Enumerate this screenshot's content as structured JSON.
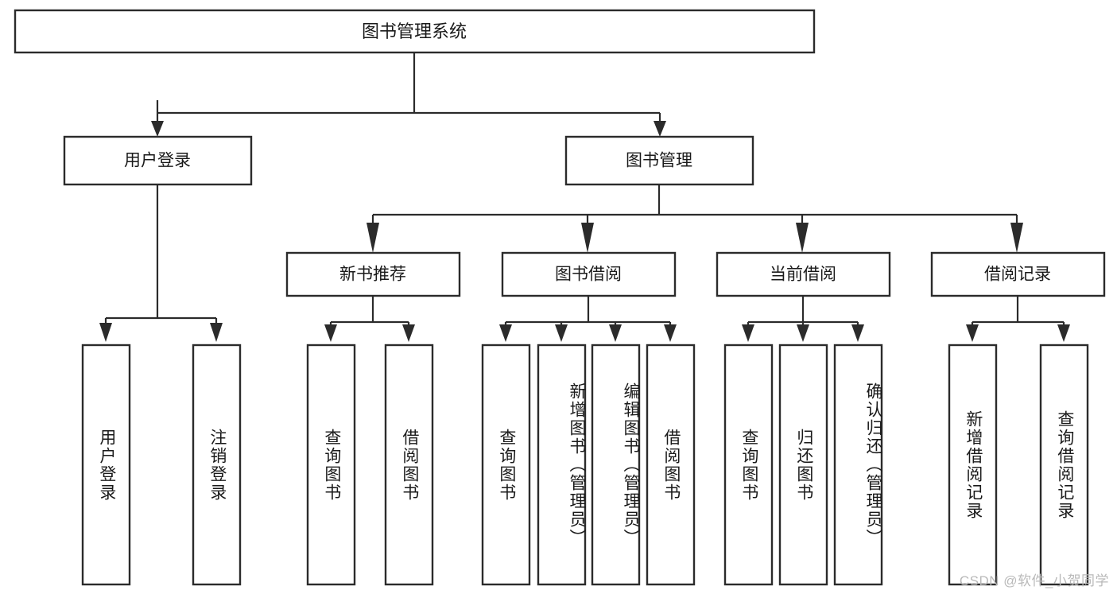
{
  "diagram": {
    "type": "hierarchy-tree",
    "title": "图书管理系统",
    "watermark": "CSDN @软件_小贺同学",
    "colors": {
      "box_stroke": "#2b2b2b",
      "box_fill": "#ffffff",
      "connector": "#2b2b2b",
      "text": "#1a1a1a",
      "watermark": "#b9b9b9",
      "background": "#ffffff"
    },
    "root": {
      "label": "图书管理系统"
    },
    "level2": [
      {
        "label": "用户登录"
      },
      {
        "label": "图书管理"
      }
    ],
    "level3": [
      {
        "label": "新书推荐"
      },
      {
        "label": "图书借阅"
      },
      {
        "label": "当前借阅"
      },
      {
        "label": "借阅记录"
      }
    ],
    "leaves": {
      "user_login": [
        {
          "label": "用户登录"
        },
        {
          "label": "注销登录"
        }
      ],
      "new_book_recommend": [
        {
          "label": "查询图书"
        },
        {
          "label": "借阅图书"
        }
      ],
      "book_borrow": [
        {
          "label": "查询图书"
        },
        {
          "label": "新增图书（管理员）"
        },
        {
          "label": "编辑图书（管理员）"
        },
        {
          "label": "借阅图书"
        }
      ],
      "current_borrow": [
        {
          "label": "查询图书"
        },
        {
          "label": "归还图书"
        },
        {
          "label": "确认归还（管理员）"
        }
      ],
      "borrow_record": [
        {
          "label": "新增借阅记录"
        },
        {
          "label": "查询借阅记录"
        }
      ]
    }
  }
}
